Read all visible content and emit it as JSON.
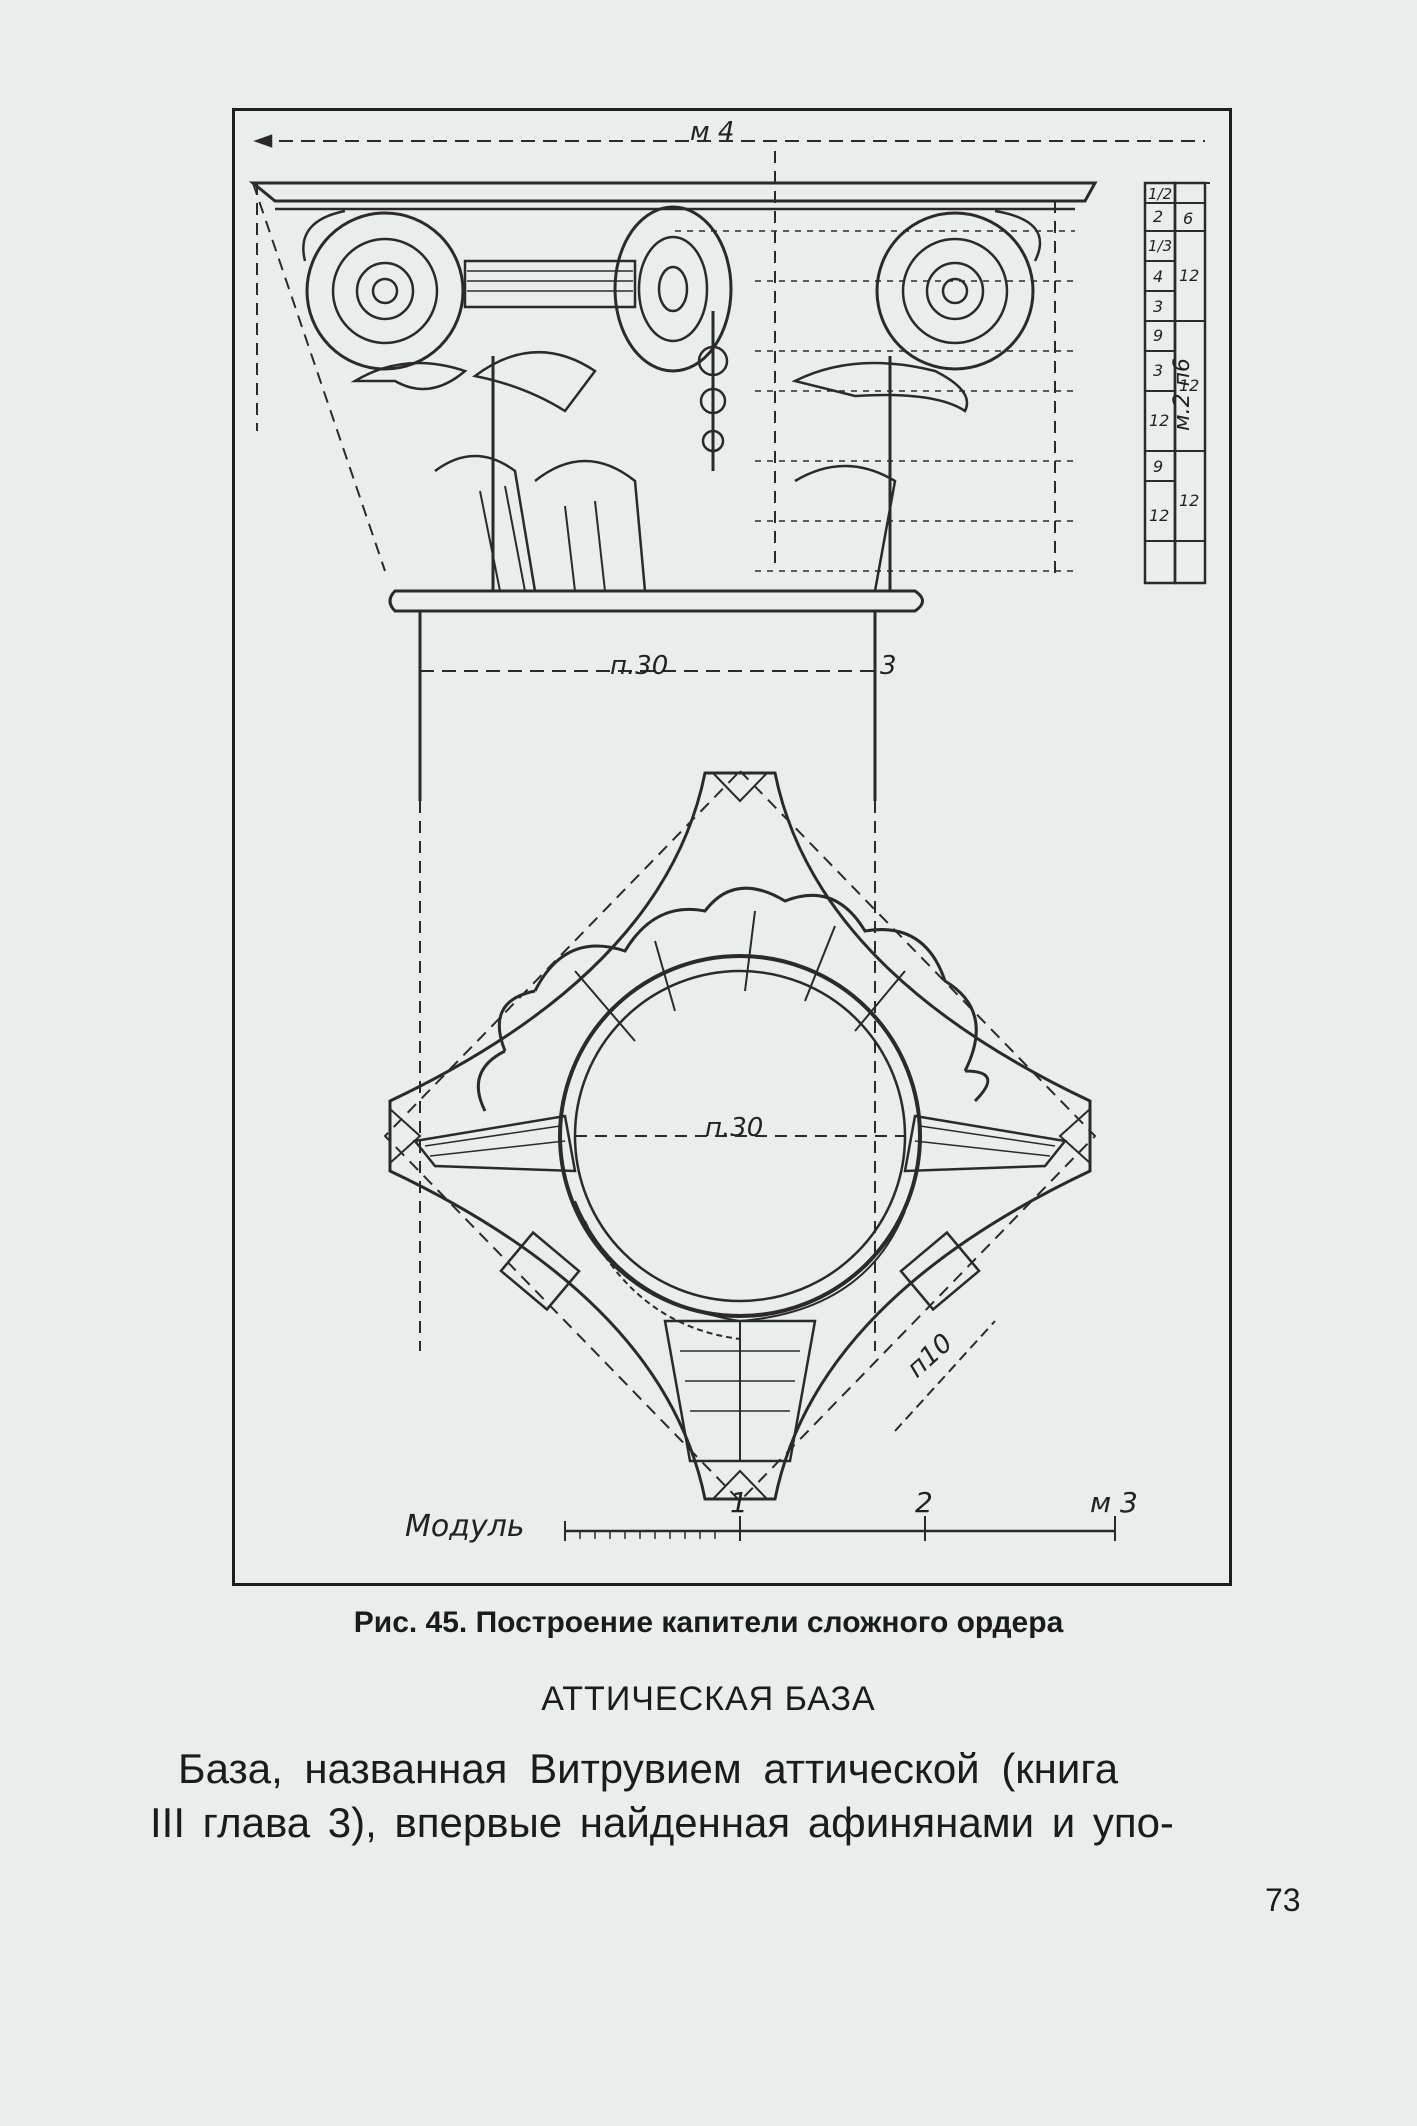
{
  "figure": {
    "labels": {
      "module_top": "м 4",
      "neck_width": "п.30",
      "neck_offset": "3",
      "plan_diameter": "п.30",
      "diagonal": "п10",
      "scale_label": "Модуль",
      "scale_1": "1",
      "scale_2": "2",
      "scale_3": "м 3",
      "side_parts": "м.2 п6",
      "side_col_a": [
        "1/2",
        "2",
        "1/3",
        "4",
        "3",
        "9",
        "3",
        "12",
        "9",
        "12"
      ],
      "side_col_b": [
        "6",
        "12",
        "12",
        "12"
      ]
    }
  },
  "caption": "Рис. 45. Построение капители сложного ордера",
  "section_title": "АТТИЧЕСКАЯ БАЗА",
  "body": {
    "line1": "База, названная Витрувием аттической (книга",
    "line2": "III глава 3), впервые найденная афинянами и упо-"
  },
  "page_number": "73"
}
